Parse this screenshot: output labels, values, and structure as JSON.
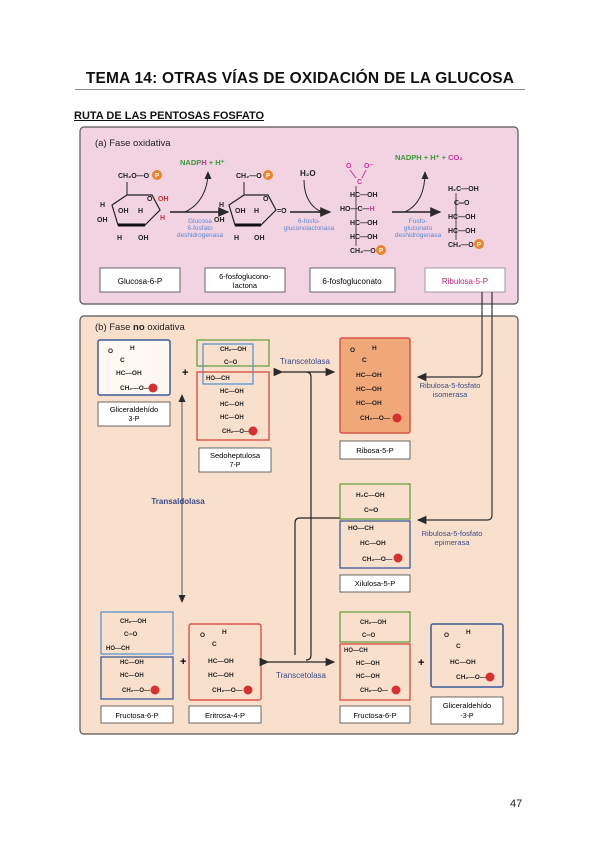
{
  "header": {
    "title": "TEMA 14: OTRAS VÍAS DE OXIDACIÓN DE LA GLUCOSA",
    "section": "RUTA DE LAS PENTOSAS FOSFATO"
  },
  "figure": {
    "panel_a": {
      "title": "(a) Fase oxidativa",
      "colors": {
        "background": "#f2d3e2",
        "border": "#555555"
      },
      "cofactor_1": "NADPH + H⁺",
      "cofactor_2": "NADPH + H⁺ + CO₂",
      "water": "H₂O",
      "enzymes": [
        {
          "lines": [
            "Glucosa",
            "6-fosfato",
            "deshidrogenasa"
          ]
        },
        {
          "lines": [
            "6-fosfo-",
            "gluconolactonasa"
          ]
        },
        {
          "lines": [
            "Fosfo-",
            "gluconato",
            "deshidrogenasa"
          ]
        }
      ],
      "compounds": [
        {
          "lines": [
            "Glucosa-6-P"
          ]
        },
        {
          "lines": [
            "6-fosfoglucono-",
            "lactona"
          ]
        },
        {
          "lines": [
            "6-fosfogluconato"
          ]
        },
        {
          "lines": [
            "Ribulosa-5-P"
          ]
        }
      ],
      "structures": {
        "glucose6p": {
          "top": "CH₂O—O",
          "ring_labels": [
            "H",
            "O",
            "OH",
            "H",
            "OH",
            "H",
            "OH",
            "H",
            "OH"
          ]
        },
        "lactone": {
          "top": "CH₂—O",
          "ring_labels": [
            "H",
            "O",
            "=O",
            "OH",
            "H",
            "OH",
            "H",
            "OH"
          ]
        },
        "gluconate": [
          "O",
          "O⁻",
          "C",
          "HC—OH",
          "HO—C—H",
          "HC—OH",
          "HC—OH",
          "CH₂—O"
        ],
        "ribulose": [
          "H₂C—OH",
          "C═O",
          "HC—OH",
          "HC—OH",
          "CH₂—O"
        ]
      },
      "phosphate_label": "P"
    },
    "panel_b": {
      "title_prefix": "(b) Fase ",
      "title_bold": "no",
      "title_suffix": " oxidativa",
      "colors": {
        "background": "#f9e0cc",
        "border": "#555555",
        "ribose_fill": "#f0a878",
        "red_box": "#d9534a",
        "blue_box": "#3b5b9a",
        "green_box": "#5a9a3a",
        "lightblue_box": "#4a8fd0"
      },
      "enzymes": {
        "transcetolasa_top": "Transcetolasa",
        "transaldolasa": "Transaldolasa",
        "transcetolasa_bottom": "Transcetolasa",
        "isomerasa": [
          "Ribulosa-5-fosfato",
          "isomerasa"
        ],
        "epimerasa": [
          "Ribulosa-5-fosfato",
          "epimerasa"
        ]
      },
      "plus": "+",
      "compounds": {
        "gliceraldehido_top": [
          "Gliceraldehído",
          "3-P"
        ],
        "sedoheptulosa": [
          "Sedoheptulosa",
          "7-P"
        ],
        "ribosa": [
          "Ribosa-5-P"
        ],
        "xilulosa": [
          "Xilulosa-5-P"
        ],
        "fructosa_left": [
          "Fructosa-6-P"
        ],
        "eritrosa": [
          "Eritrosa-4-P"
        ],
        "fructosa_right": [
          "Fructosa-6-P"
        ],
        "gliceraldehido_bottom": [
          "Gliceraldehído",
          "-3-P"
        ]
      },
      "structures": {
        "aldehyde_top": [
          "O",
          "H",
          "C",
          "HC—OH",
          "CH₂—O"
        ],
        "sedoheptulose": [
          "CH₂—OH",
          "C═O",
          "HO—CH",
          "HC—OH",
          "HC—OH",
          "HC—OH",
          "CH₂—O"
        ],
        "ribose": [
          "O",
          "H",
          "C",
          "HC—OH",
          "HC—OH",
          "HC—OH",
          "CH₂—O"
        ],
        "xylulose": [
          "H₂C—OH",
          "C═O",
          "HO—CH",
          "HC—OH",
          "CH₂—O"
        ],
        "fructose": [
          "CH₂—OH",
          "C═O",
          "HO—CH",
          "HC—OH",
          "HC—OH",
          "CH₂—O"
        ],
        "erythrose": [
          "O",
          "H",
          "C",
          "HC—OH",
          "HC—OH",
          "CH₂—O"
        ]
      }
    }
  },
  "footer": {
    "page_number": "47"
  }
}
